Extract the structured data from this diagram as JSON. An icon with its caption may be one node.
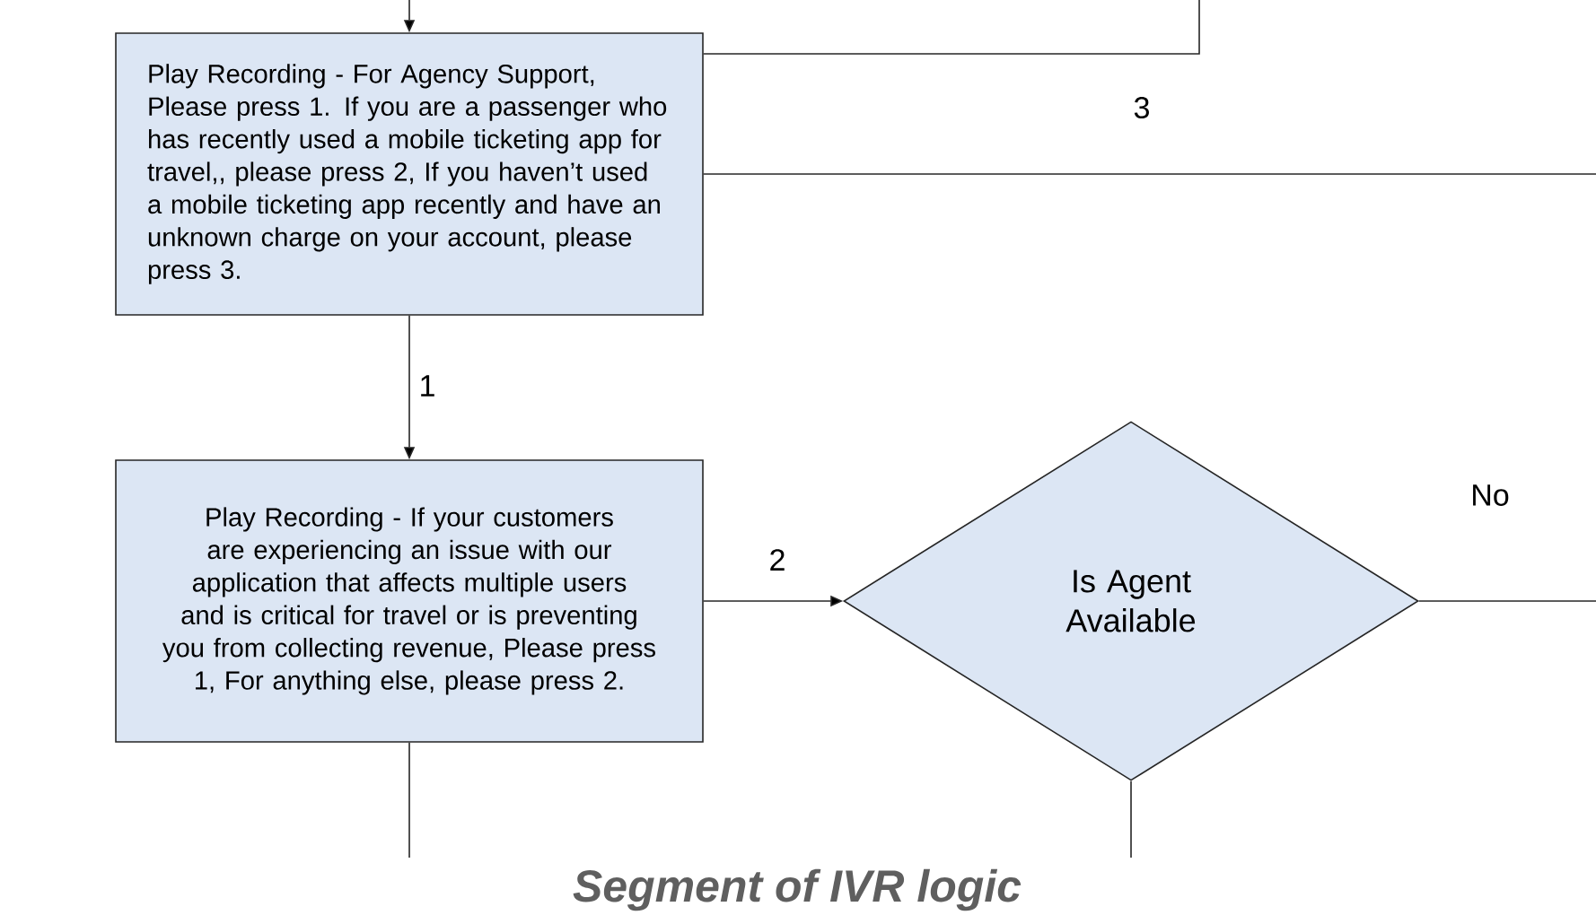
{
  "diagram": {
    "caption": "Segment of IVR logic",
    "nodes": [
      {
        "text": [
          "Play Recording - For Agency Support, Please press 1. If you are a passenger who has recently used a mobile ticketing app for travel,, please press 2, If you haven’t used a mobile ticketing app recently and have an unknown charge on your account, please press 3."
        ]
      },
      {
        "text": [
          "Play Recording - If your customers are experiencing an issue with our application that affects multiple users and is critical for travel or is preventing you from collecting revenue, Please press 1, For anything else, please press 2."
        ]
      },
      {
        "text": [
          "Is Agent Available"
        ]
      }
    ],
    "edges": [
      {
        "from": null,
        "to": 0,
        "arrow": "to"
      },
      {
        "from": 0,
        "to": null,
        "arrow": "none"
      },
      {
        "from": 0,
        "to": null,
        "arrow": "none",
        "label": "3"
      },
      {
        "from": 0,
        "to": 1,
        "arrow": "to",
        "label": "1"
      },
      {
        "from": 1,
        "to": 2,
        "arrow": "to",
        "label": "2"
      },
      {
        "from": 2,
        "to": null,
        "arrow": "none",
        "label": "No"
      },
      {
        "from": 2,
        "to": null,
        "arrow": "none"
      },
      {
        "from": 1,
        "to": null,
        "arrow": "none"
      }
    ]
  }
}
